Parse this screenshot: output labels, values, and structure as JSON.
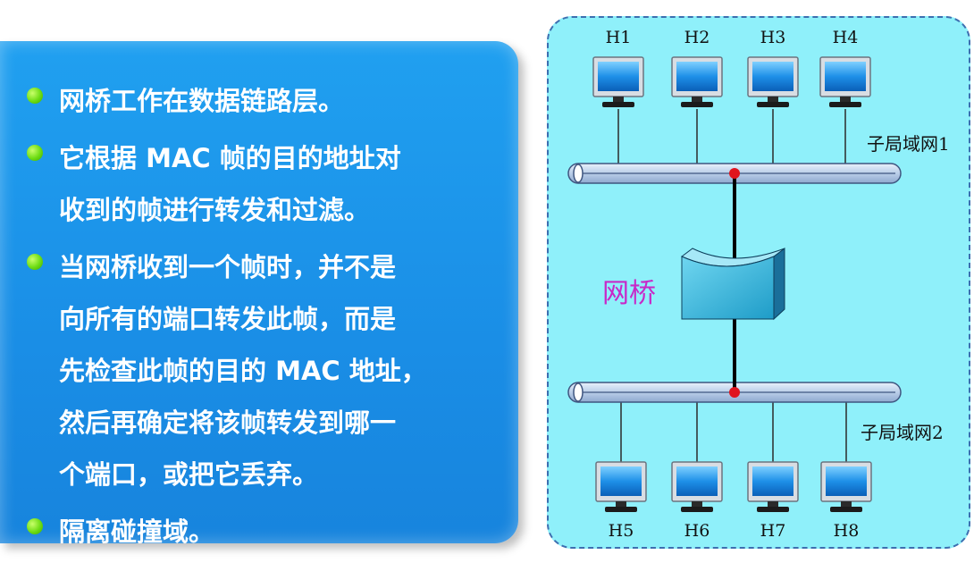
{
  "bullets": [
    {
      "lines": [
        "网桥工作在数据链路层。"
      ]
    },
    {
      "lines": [
        "它根据 MAC 帧的目的地址对",
        "收到的帧进行转发和过滤。"
      ]
    },
    {
      "lines": [
        "当网桥收到一个帧时，并不是",
        "向所有的端口转发此帧，而是",
        "先检查此帧的目的 MAC 地址，",
        "然后再确定将该帧转发到哪一",
        "个端口，或把它丢弃。"
      ]
    },
    {
      "lines": [
        "隔离碰撞域。"
      ]
    }
  ],
  "diagram": {
    "top_hosts": [
      "H1",
      "H2",
      "H3",
      "H4"
    ],
    "bottom_hosts": [
      "H5",
      "H6",
      "H7",
      "H8"
    ],
    "lan1_label": "子局域网1",
    "lan2_label": "子局域网2",
    "bridge_label": "网桥"
  },
  "colors": {
    "panel_blue": "#1a8ee6",
    "diagram_bg": "#8ff0fa",
    "bullet_green": "#6ddc13",
    "bridge_text": "#c828c8",
    "junction_red": "#e0141e"
  }
}
